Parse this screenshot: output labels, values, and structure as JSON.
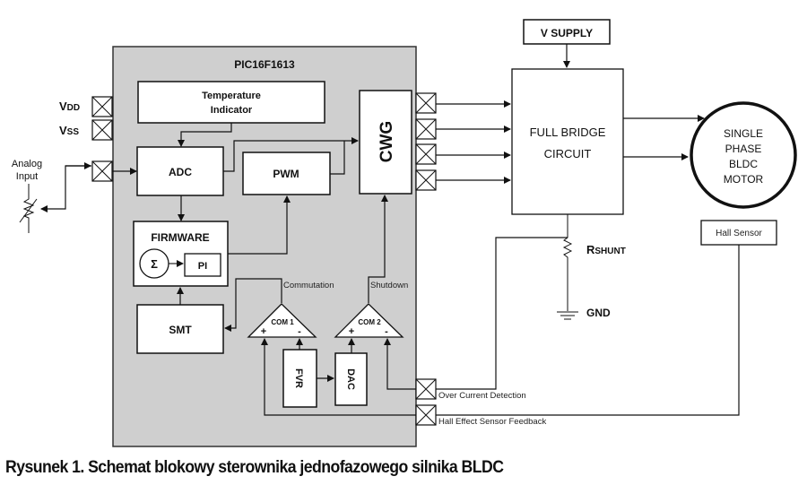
{
  "diagram": {
    "chip_name": "PIC16F1613",
    "pins_left": {
      "vdd": "VDD",
      "vss": "VSS"
    },
    "analog_input_label": [
      "Analog",
      "Input"
    ],
    "blocks": {
      "temperature": [
        "Temperature",
        "Indicator"
      ],
      "adc": "ADC",
      "pwm": "PWM",
      "cwg": "CWG",
      "firmware": "FIRMWARE",
      "sigma": "Σ",
      "pi": "PI",
      "smt": "SMT",
      "com1": "COM 1",
      "com2": "COM 2",
      "fvr": "FVR",
      "dac": "DAC",
      "plus": "+",
      "minus": "-"
    },
    "signals": {
      "commutation": "Commutation",
      "shutdown": "Shutdown",
      "over_current": "Over Current Detection",
      "hall_feedback": "Hall Effect Sensor Feedback"
    },
    "external": {
      "v_supply": "V SUPPLY",
      "full_bridge": [
        "FULL BRIDGE",
        "CIRCUIT"
      ],
      "motor": [
        "SINGLE",
        "PHASE",
        "BLDC",
        "MOTOR"
      ],
      "hall_sensor": "Hall Sensor",
      "rshunt_r": "R",
      "rshunt_sub": "SHUNT",
      "gnd": "GND",
      "vdd_v": "V",
      "vdd_sub": "DD",
      "vss_v": "V",
      "vss_sub": "SS"
    },
    "colors": {
      "chip_fill": "#cfcfcf",
      "line": "#111111",
      "block_fill": "#ffffff"
    }
  },
  "caption": "Rysunek 1. Schemat blokowy sterownika jednofazowego silnika BLDC"
}
